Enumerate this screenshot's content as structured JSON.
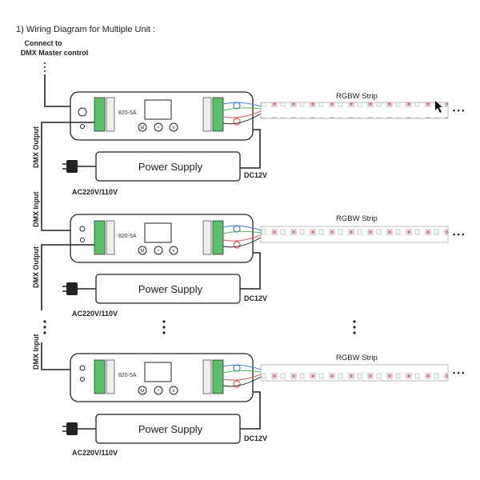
{
  "heading": "1) Wiring Diagram for Multiple Unit :",
  "master": {
    "line1": "Connect to",
    "line2": "DMX Master control"
  },
  "labels": {
    "dmx_output": "DMX Output",
    "dmx_input": "DMX Input",
    "power_supply": "Power Supply",
    "ac_input": "AC220V/110V",
    "dc_output": "DC12V",
    "strip": "RGBW Strip",
    "model": "820-5A",
    "btn_m": "M",
    "btn_up": "^",
    "btn_down": "v",
    "continue": "• • •"
  },
  "colors": {
    "wire": "#222222",
    "strip_edge": "#bbbbbb",
    "led_red": "#e05a5a",
    "led_green": "#4caf50",
    "led_blue": "#3f7fd6",
    "led_white": "#eeeeee"
  }
}
